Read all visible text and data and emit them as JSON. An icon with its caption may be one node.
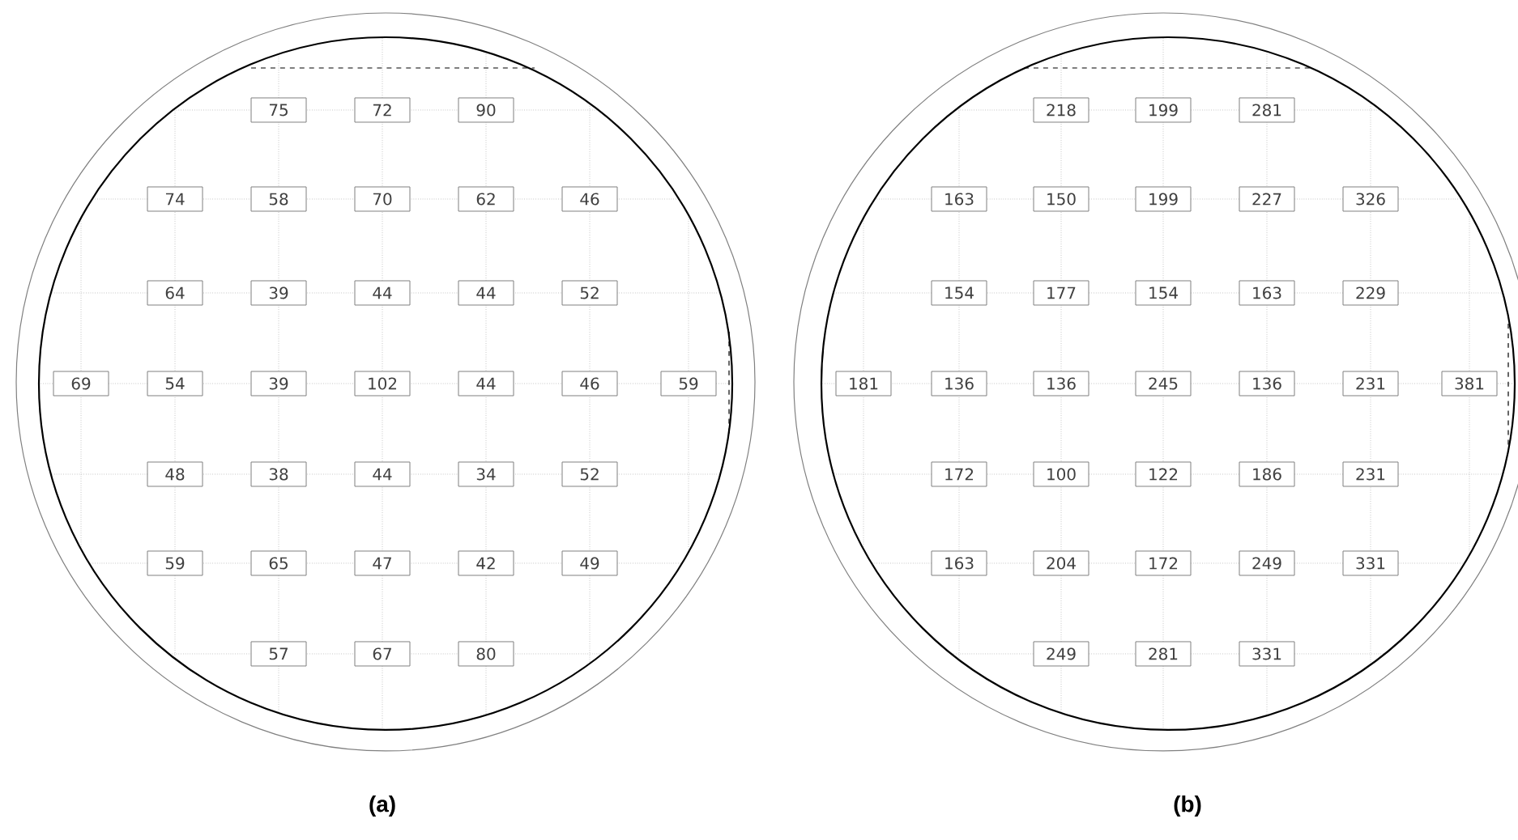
{
  "diagram": {
    "nodes": [
      {
        "text": [
          "75"
        ]
      },
      {
        "text": [
          "72"
        ]
      },
      {
        "text": [
          "90"
        ]
      },
      {
        "text": [
          "74"
        ]
      },
      {
        "text": [
          "58"
        ]
      },
      {
        "text": [
          "70"
        ]
      },
      {
        "text": [
          "62"
        ]
      },
      {
        "text": [
          "46"
        ]
      },
      {
        "text": [
          "64"
        ]
      },
      {
        "text": [
          "39"
        ]
      },
      {
        "text": [
          "44"
        ]
      },
      {
        "text": [
          "44"
        ]
      },
      {
        "text": [
          "52"
        ]
      },
      {
        "text": [
          "69"
        ]
      },
      {
        "text": [
          "54"
        ]
      },
      {
        "text": [
          "39"
        ]
      },
      {
        "text": [
          "102"
        ]
      },
      {
        "text": [
          "44"
        ]
      },
      {
        "text": [
          "46"
        ]
      },
      {
        "text": [
          "59"
        ]
      },
      {
        "text": [
          "48"
        ]
      },
      {
        "text": [
          "38"
        ]
      },
      {
        "text": [
          "44"
        ]
      },
      {
        "text": [
          "34"
        ]
      },
      {
        "text": [
          "52"
        ]
      },
      {
        "text": [
          "59"
        ]
      },
      {
        "text": [
          "65"
        ]
      },
      {
        "text": [
          "47"
        ]
      },
      {
        "text": [
          "42"
        ]
      },
      {
        "text": [
          "49"
        ]
      },
      {
        "text": [
          "57"
        ]
      },
      {
        "text": [
          "67"
        ]
      },
      {
        "text": [
          "80"
        ]
      },
      {
        "text": [
          "218"
        ]
      },
      {
        "text": [
          "199"
        ]
      },
      {
        "text": [
          "281"
        ]
      },
      {
        "text": [
          "163"
        ]
      },
      {
        "text": [
          "150"
        ]
      },
      {
        "text": [
          "199"
        ]
      },
      {
        "text": [
          "227"
        ]
      },
      {
        "text": [
          "326"
        ]
      },
      {
        "text": [
          "154"
        ]
      },
      {
        "text": [
          "177"
        ]
      },
      {
        "text": [
          "154"
        ]
      },
      {
        "text": [
          "163"
        ]
      },
      {
        "text": [
          "229"
        ]
      },
      {
        "text": [
          "181"
        ]
      },
      {
        "text": [
          "136"
        ]
      },
      {
        "text": [
          "136"
        ]
      },
      {
        "text": [
          "245"
        ]
      },
      {
        "text": [
          "136"
        ]
      },
      {
        "text": [
          "231"
        ]
      },
      {
        "text": [
          "381"
        ]
      },
      {
        "text": [
          "172"
        ]
      },
      {
        "text": [
          "100"
        ]
      },
      {
        "text": [
          "122"
        ]
      },
      {
        "text": [
          "186"
        ]
      },
      {
        "text": [
          "231"
        ]
      },
      {
        "text": [
          "163"
        ]
      },
      {
        "text": [
          "204"
        ]
      },
      {
        "text": [
          "172"
        ]
      },
      {
        "text": [
          "249"
        ]
      },
      {
        "text": [
          "331"
        ]
      },
      {
        "text": [
          "249"
        ]
      },
      {
        "text": [
          "281"
        ]
      },
      {
        "text": [
          "331"
        ]
      }
    ],
    "labels": [
      "(a)",
      "(b)"
    ]
  }
}
